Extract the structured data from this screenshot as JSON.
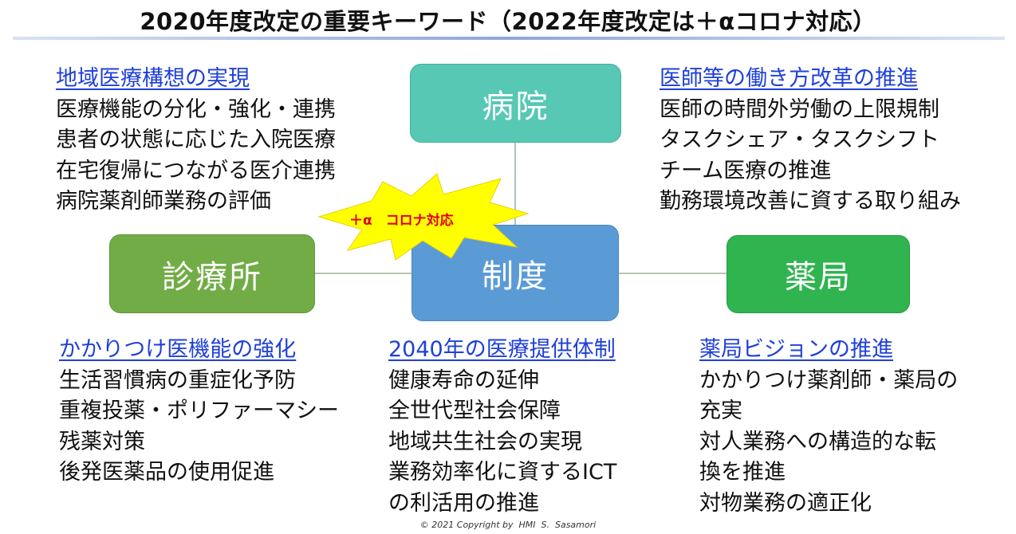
{
  "title": "2020年度改定の重要キーワード（2022年度改定は＋αコロナ対応）",
  "nodes": {
    "hospital": "病院",
    "clinic": "診療所",
    "system": "制度",
    "pharmacy": "薬局"
  },
  "burst_label": "＋α　コロナ対応",
  "blocks": {
    "regional_medical": {
      "heading": "地域医療構想の実現",
      "items": [
        "医療機能の分化・強化・連携",
        "患者の状態に応じた入院医療",
        "在宅復帰につながる医介連携",
        "病院薬剤師業務の評価"
      ]
    },
    "work_style": {
      "heading": "医師等の働き方改革の推進",
      "items": [
        "医師の時間外労働の上限規制",
        "タスクシェア・タスクシフト",
        "チーム医療の推進",
        "勤務環境改善に資する取り組み"
      ]
    },
    "family_doctor": {
      "heading": "かかりつけ医機能の強化",
      "items": [
        "生活習慣病の重症化予防",
        "重複投薬・ポリファーマシー",
        "残薬対策",
        "後発医薬品の使用促進"
      ]
    },
    "system_2040": {
      "heading": "2040年の医療提供体制",
      "items": [
        "健康寿命の延伸",
        "全世代型社会保障",
        "地域共生社会の実現",
        "業務効率化に資するICT",
        "の利活用の推進"
      ]
    },
    "pharmacy_vision": {
      "heading": "薬局ビジョンの推進",
      "items": [
        "かかりつけ薬剤師・薬局の",
        "充実",
        "対人業務への構造的な転",
        "換を推進",
        "対物業務の適正化"
      ]
    }
  },
  "copyright": "© 2021 Copyright by  HMI  S.  Sasamori",
  "colors": {
    "hospital": "#56c8b4",
    "clinic": "#72ac46",
    "system": "#5b9bd5",
    "pharmacy": "#2fb450",
    "burst_fill": "#ffff00",
    "burst_text": "#e0001b",
    "heading": "#1f40d8"
  }
}
